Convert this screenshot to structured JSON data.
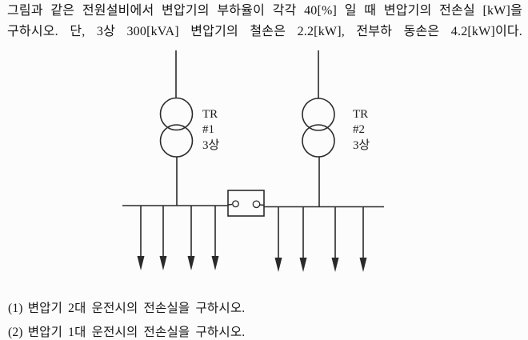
{
  "problem": {
    "statement_line1": "그림과 같은 전원설비에서 변압기의 부하율이 각각 40[%] 일 때 변압기의 전손실 [kW]을",
    "statement_line2": "구하시오. 단, 3상 300[kVA] 변압기의 철손은 2.2[kW], 전부하 동손은 4.2[kW]이다."
  },
  "diagram": {
    "transformer1": {
      "name": "TR",
      "unit": "#1",
      "phase": "3상"
    },
    "transformer2": {
      "name": "TR",
      "unit": "#2",
      "phase": "3상"
    },
    "left_load_arrow_count": 4,
    "right_load_arrow_count": 4,
    "line_color": "#2a2a2a"
  },
  "questions": [
    {
      "label": "(1)",
      "text": "변압기 2대 운전시의 전손실을 구하시오."
    },
    {
      "label": "(2)",
      "text": "변압기 1대 운전시의 전손실을 구하시오."
    }
  ]
}
